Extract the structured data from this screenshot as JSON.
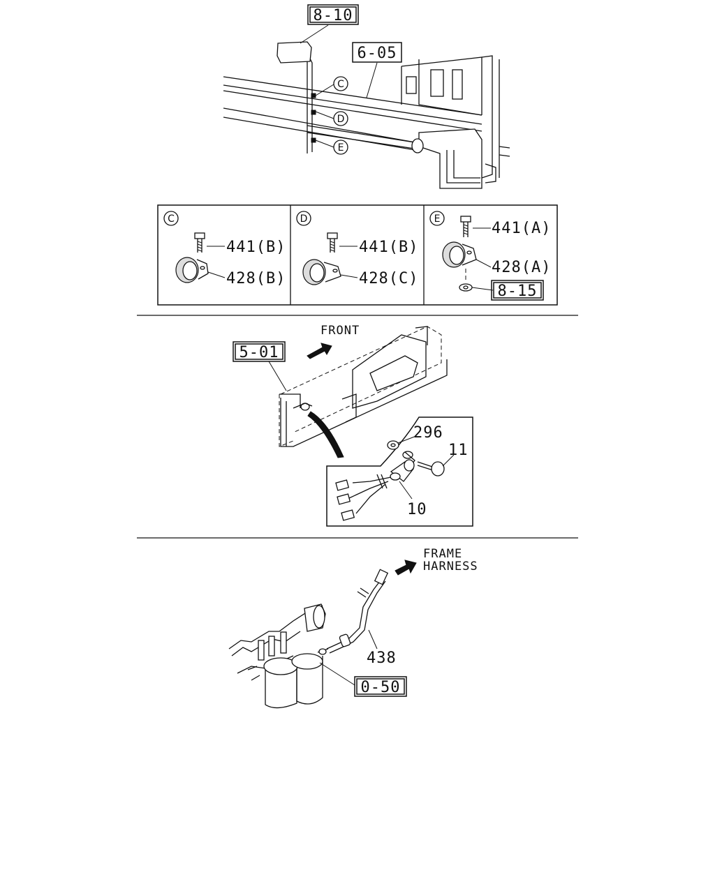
{
  "refs": {
    "top_harness_ref": "8-10",
    "frame_ref": "6-05",
    "washer_ref": "8-15",
    "crossmember_ref": "5-01",
    "engine_ref": "0-50"
  },
  "callouts": {
    "c": "C",
    "d": "D",
    "e": "E"
  },
  "detail_c": {
    "bolt": "441(B)",
    "clip": "428(B)"
  },
  "detail_d": {
    "bolt": "441(B)",
    "clip": "428(C)"
  },
  "detail_e": {
    "bolt": "441(A)",
    "clip": "428(A)"
  },
  "middle": {
    "direction": "FRONT",
    "nut": "296",
    "bolt": "11",
    "sensor": "10"
  },
  "bottom": {
    "direction_line1": "FRAME",
    "direction_line2": "HARNESS",
    "harness": "438"
  }
}
